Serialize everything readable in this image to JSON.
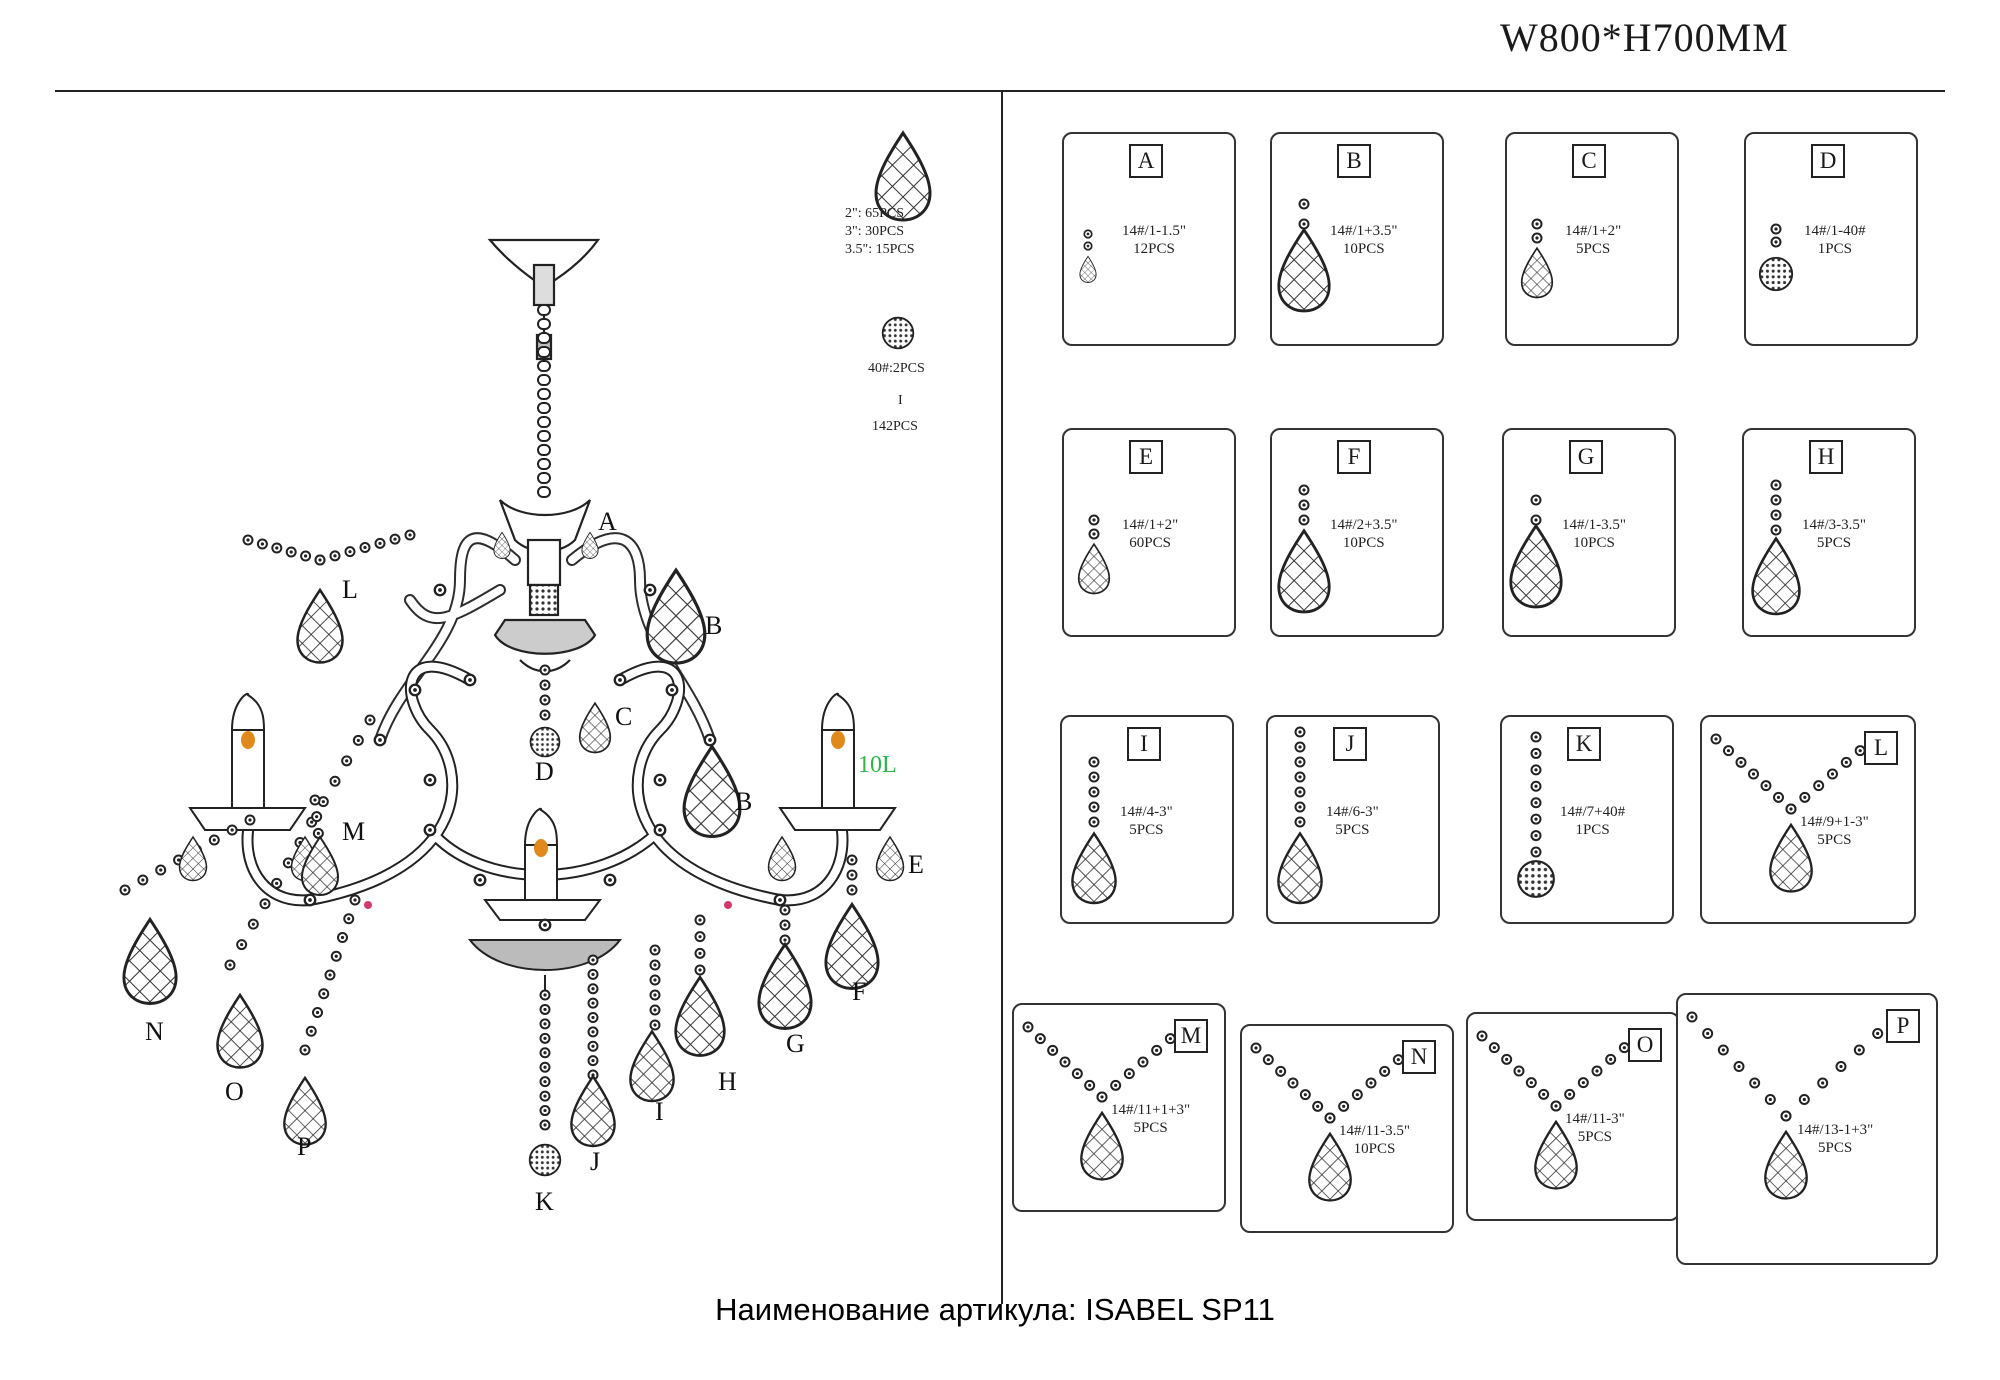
{
  "dimensions_label": "W800*H700MM",
  "caption": "Наименование артикула: ISABEL SP11",
  "legend": {
    "lines": [
      "2\": 65PCS",
      "3\": 30PCS",
      "3.5\": 15PCS"
    ],
    "ball_label": "40#:2PCS",
    "total_mark": "I",
    "total": "142PCS"
  },
  "voltage_label": "10L",
  "callouts": [
    "A",
    "B",
    "C",
    "D",
    "B",
    "E",
    "F",
    "G",
    "H",
    "I",
    "J",
    "K",
    "L",
    "M",
    "N",
    "O",
    "P"
  ],
  "parts": [
    {
      "letter": "A",
      "spec": "14#/1-1.5\"",
      "qty": "12PCS",
      "type": "drop-small"
    },
    {
      "letter": "B",
      "spec": "14#/1+3.5\"",
      "qty": "10PCS",
      "type": "drop-large"
    },
    {
      "letter": "C",
      "spec": "14#/1+2\"",
      "qty": "5PCS",
      "type": "drop-med"
    },
    {
      "letter": "D",
      "spec": "14#/1-40#",
      "qty": "1PCS",
      "type": "ball"
    },
    {
      "letter": "E",
      "spec": "14#/1+2\"",
      "qty": "60PCS",
      "type": "drop-med"
    },
    {
      "letter": "F",
      "spec": "14#/2+3.5\"",
      "qty": "10PCS",
      "type": "drop-large-2"
    },
    {
      "letter": "G",
      "spec": "14#/1-3.5\"",
      "qty": "10PCS",
      "type": "drop-large"
    },
    {
      "letter": "H",
      "spec": "14#/3-3.5\"",
      "qty": "5PCS",
      "type": "drop-large-3"
    },
    {
      "letter": "I",
      "spec": "14#/4-3\"",
      "qty": "5PCS",
      "type": "drop-large-4"
    },
    {
      "letter": "J",
      "spec": "14#/6-3\"",
      "qty": "5PCS",
      "type": "drop-large-6"
    },
    {
      "letter": "K",
      "spec": "14#/7+40#",
      "qty": "1PCS",
      "type": "ball-chain"
    },
    {
      "letter": "L",
      "spec": "14#/9+1-3\"",
      "qty": "5PCS",
      "type": "garland"
    },
    {
      "letter": "M",
      "spec": "14#/11+1+3\"",
      "qty": "5PCS",
      "type": "garland"
    },
    {
      "letter": "N",
      "spec": "14#/11-3.5\"",
      "qty": "10PCS",
      "type": "garland"
    },
    {
      "letter": "O",
      "spec": "14#/11-3\"",
      "qty": "5PCS",
      "type": "garland"
    },
    {
      "letter": "P",
      "spec": "14#/13-1+3\"",
      "qty": "5PCS",
      "type": "garland"
    }
  ]
}
